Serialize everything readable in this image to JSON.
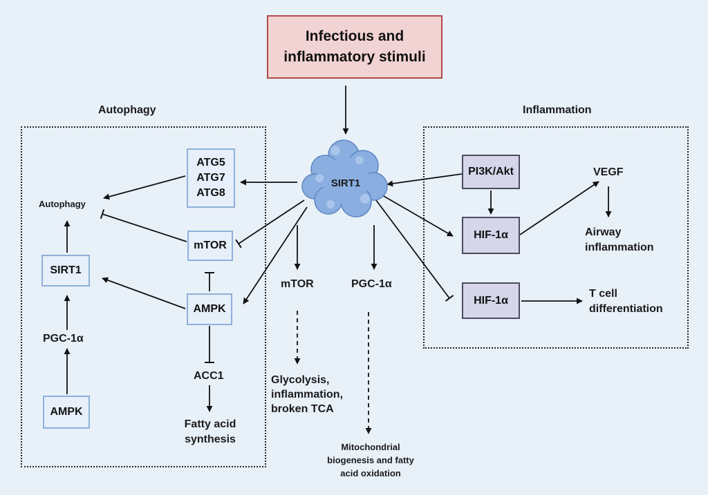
{
  "stimulus": {
    "line1": "Infectious and",
    "line2": "inflammatory stimuli"
  },
  "center": {
    "label": "SIRT1"
  },
  "autophagy_panel": {
    "title": "Autophagy",
    "atg": {
      "line1": "ATG5",
      "line2": "ATG7",
      "line3": "ATG8"
    },
    "autophagy": "Autophagy",
    "mtor": "mTOR",
    "ampk_right": "AMPK",
    "sirt1": "SIRT1",
    "pgc": "PGC-1α",
    "ampk_left": "AMPK",
    "acc1": "ACC1",
    "fatty": {
      "line1": "Fatty acid",
      "line2": "synthesis"
    }
  },
  "middle": {
    "mtor": "mTOR",
    "pgc": "PGC-1α",
    "glycolysis": {
      "line1": "Glycolysis,",
      "line2": "inflammation,",
      "line3": "broken TCA"
    },
    "mito": {
      "line1": "Mitochondrial",
      "line2": "biogenesis and fatty",
      "line3": "acid oxidation"
    }
  },
  "inflammation_panel": {
    "title": "Inflammation",
    "pi3k": "PI3K/Akt",
    "hif_top": "HIF-1α",
    "hif_bottom": "HIF-1α",
    "vegf": "VEGF",
    "airway": {
      "line1": "Airway",
      "line2": "inflammation"
    },
    "tcell": {
      "line1": "T cell",
      "line2": "differentiation"
    }
  },
  "colors": {
    "background": "#e8f0f8",
    "stimulus_fill": "#f2d3d3",
    "stimulus_border": "#b04a4a",
    "light_box_fill": "#e6effa",
    "light_box_border": "#8fb0d8",
    "dark_box_fill": "#d5d6ea",
    "dark_box_border": "#4a4a5e",
    "sirt1_protein": "#8aaee0"
  },
  "icons": {
    "sirt1_protein": "protein-blob-icon"
  }
}
